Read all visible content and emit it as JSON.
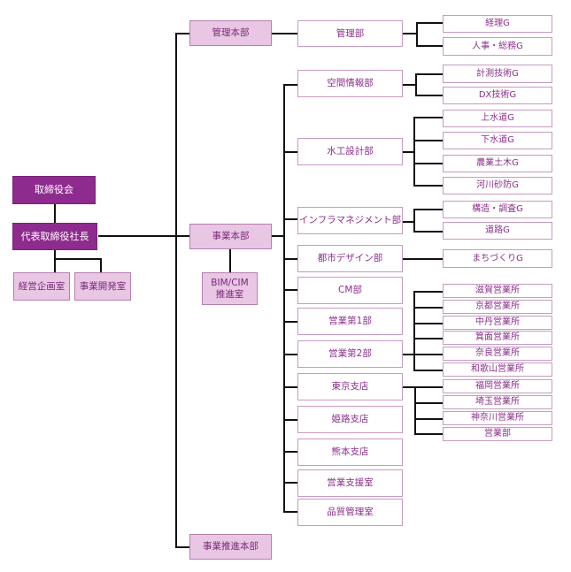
{
  "exec": {
    "board": "取締役会",
    "president": "代表取締役社長",
    "staff": [
      "経営企画室",
      "事業開発室"
    ]
  },
  "hq": {
    "admin": "管理本部",
    "business": "事業本部",
    "promotion": "事業推進本部",
    "bim": [
      "BIM/CIM",
      "推進室"
    ]
  },
  "admin_dept": {
    "name": "管理部",
    "groups": [
      "経理G",
      "人事・総務G"
    ]
  },
  "depts": [
    {
      "name": "空間情報部",
      "groups": [
        "計測技術G",
        "DX技術G"
      ]
    },
    {
      "name": "水工設計部",
      "groups": [
        "上水道G",
        "下水道G",
        "農業土木G",
        "河川砂防G"
      ]
    },
    {
      "name": "インフラマネジメント部",
      "groups": [
        "構造・調査G",
        "道路G"
      ]
    },
    {
      "name": "都市デザイン部",
      "groups": [
        "まちづくりG"
      ]
    },
    {
      "name": "CM部"
    },
    {
      "name": "営業第1部"
    },
    {
      "name": "営業第2部",
      "groups": [
        "滋賀営業所",
        "京都営業所",
        "中丹営業所",
        "箕面営業所",
        "奈良営業所",
        "和歌山営業所"
      ]
    },
    {
      "name": "東京支店",
      "groups": [
        "福岡営業所",
        "埼玉営業所",
        "神奈川営業所",
        "営業部"
      ]
    },
    {
      "name": "姫路支店"
    },
    {
      "name": "熊本支店"
    },
    {
      "name": "営業支援室"
    },
    {
      "name": "品質管理室"
    }
  ],
  "colors": {
    "exec_fill": "#8e2b8e",
    "hq_fill": "#e8c6e4",
    "text_purple": "#8b2f8b",
    "border": "#c79bc3",
    "line": "#111111"
  }
}
